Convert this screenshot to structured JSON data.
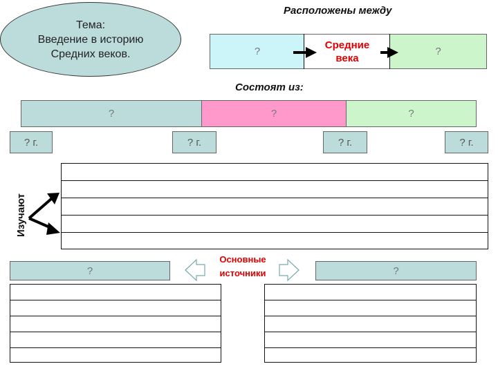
{
  "topic": {
    "line1": "Тема:",
    "line2": "Введение в историю",
    "line3": "Средних веков."
  },
  "located_between": {
    "heading": "Расположены между",
    "left": "?",
    "middle_line1": "Средние",
    "middle_line2": "века",
    "right": "?"
  },
  "consists_of": {
    "heading": "Состоят из:",
    "periods": [
      "?",
      "?",
      "?"
    ],
    "years": [
      "? г.",
      "? г.",
      "? г.",
      "? г."
    ]
  },
  "studies": {
    "label": "Изучают",
    "row_count": 5
  },
  "sources": {
    "label_line1": "Основные",
    "label_line2": "источники",
    "left": "?",
    "right": "?"
  },
  "colors": {
    "light_blue": "#bcdcdc",
    "cyan": "#ccf5fa",
    "green": "#ccf5cc",
    "pink": "#ff99cc",
    "red": "#e00000"
  }
}
